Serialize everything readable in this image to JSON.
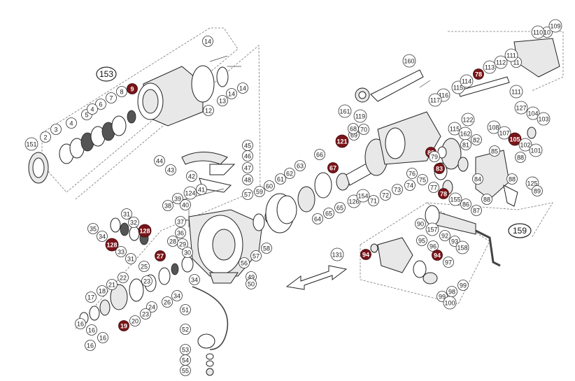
{
  "diagram": {
    "group_labels": [
      {
        "id": "group-label-153",
        "text": "153"
      },
      {
        "id": "group-label-159",
        "text": "159"
      }
    ],
    "callouts": [
      {
        "n": "14",
        "s": "o"
      },
      {
        "n": "9",
        "s": "f"
      },
      {
        "n": "8",
        "s": "o"
      },
      {
        "n": "7",
        "s": "o"
      },
      {
        "n": "6",
        "s": "o"
      },
      {
        "n": "5",
        "s": "o"
      },
      {
        "n": "4",
        "s": "o"
      },
      {
        "n": "4",
        "s": "o"
      },
      {
        "n": "3",
        "s": "o"
      },
      {
        "n": "2",
        "s": "o"
      },
      {
        "n": "151",
        "s": "o"
      },
      {
        "n": "10",
        "s": "o"
      },
      {
        "n": "11",
        "s": "o"
      },
      {
        "n": "11",
        "s": "o"
      },
      {
        "n": "12",
        "s": "o"
      },
      {
        "n": "13",
        "s": "o"
      },
      {
        "n": "14",
        "s": "o"
      },
      {
        "n": "14",
        "s": "o"
      },
      {
        "n": "45",
        "s": "o"
      },
      {
        "n": "46",
        "s": "o"
      },
      {
        "n": "44",
        "s": "o"
      },
      {
        "n": "43",
        "s": "o"
      },
      {
        "n": "42",
        "s": "o"
      },
      {
        "n": "47",
        "s": "o"
      },
      {
        "n": "48",
        "s": "o"
      },
      {
        "n": "41",
        "s": "o"
      },
      {
        "n": "124",
        "s": "o"
      },
      {
        "n": "39",
        "s": "o"
      },
      {
        "n": "38",
        "s": "o"
      },
      {
        "n": "40",
        "s": "o"
      },
      {
        "n": "37",
        "s": "o"
      },
      {
        "n": "36",
        "s": "o"
      },
      {
        "n": "31",
        "s": "o"
      },
      {
        "n": "32",
        "s": "o"
      },
      {
        "n": "128",
        "s": "f"
      },
      {
        "n": "35",
        "s": "o"
      },
      {
        "n": "34",
        "s": "o"
      },
      {
        "n": "128",
        "s": "f"
      },
      {
        "n": "33",
        "s": "o"
      },
      {
        "n": "31",
        "s": "o"
      },
      {
        "n": "28",
        "s": "o"
      },
      {
        "n": "29",
        "s": "o"
      },
      {
        "n": "27",
        "s": "f"
      },
      {
        "n": "30",
        "s": "o"
      },
      {
        "n": "25",
        "s": "o"
      },
      {
        "n": "22",
        "s": "o"
      },
      {
        "n": "21",
        "s": "o"
      },
      {
        "n": "18",
        "s": "o"
      },
      {
        "n": "17",
        "s": "o"
      },
      {
        "n": "23",
        "s": "o"
      },
      {
        "n": "24",
        "s": "o"
      },
      {
        "n": "26",
        "s": "o"
      },
      {
        "n": "34",
        "s": "o"
      },
      {
        "n": "34",
        "s": "o"
      },
      {
        "n": "20",
        "s": "o"
      },
      {
        "n": "23",
        "s": "o"
      },
      {
        "n": "16",
        "s": "o"
      },
      {
        "n": "19",
        "s": "f"
      },
      {
        "n": "16",
        "s": "o"
      },
      {
        "n": "16",
        "s": "o"
      },
      {
        "n": "16",
        "s": "o"
      },
      {
        "n": "51",
        "s": "o"
      },
      {
        "n": "52",
        "s": "o"
      },
      {
        "n": "53",
        "s": "o"
      },
      {
        "n": "54",
        "s": "o"
      },
      {
        "n": "55",
        "s": "o"
      },
      {
        "n": "57",
        "s": "o"
      },
      {
        "n": "59",
        "s": "o"
      },
      {
        "n": "60",
        "s": "o"
      },
      {
        "n": "61",
        "s": "o"
      },
      {
        "n": "62",
        "s": "o"
      },
      {
        "n": "63",
        "s": "o"
      },
      {
        "n": "66",
        "s": "o"
      },
      {
        "n": "58",
        "s": "o"
      },
      {
        "n": "57",
        "s": "o"
      },
      {
        "n": "56",
        "s": "o"
      },
      {
        "n": "49",
        "s": "o"
      },
      {
        "n": "50",
        "s": "o"
      },
      {
        "n": "64",
        "s": "o"
      },
      {
        "n": "65",
        "s": "o"
      },
      {
        "n": "65",
        "s": "o"
      },
      {
        "n": "67",
        "s": "f"
      },
      {
        "n": "126",
        "s": "o"
      },
      {
        "n": "154",
        "s": "o"
      },
      {
        "n": "71",
        "s": "o"
      },
      {
        "n": "72",
        "s": "o"
      },
      {
        "n": "73",
        "s": "o"
      },
      {
        "n": "74",
        "s": "o"
      },
      {
        "n": "75",
        "s": "o"
      },
      {
        "n": "76",
        "s": "o"
      },
      {
        "n": "121",
        "s": "f"
      },
      {
        "n": "69",
        "s": "o"
      },
      {
        "n": "70",
        "s": "o"
      },
      {
        "n": "68",
        "s": "o"
      },
      {
        "n": "161",
        "s": "o"
      },
      {
        "n": "119",
        "s": "o"
      },
      {
        "n": "160",
        "s": "o"
      },
      {
        "n": "116",
        "s": "o"
      },
      {
        "n": "117",
        "s": "o"
      },
      {
        "n": "115",
        "s": "o"
      },
      {
        "n": "114",
        "s": "o"
      },
      {
        "n": "78",
        "s": "f"
      },
      {
        "n": "113",
        "s": "o"
      },
      {
        "n": "112",
        "s": "o"
      },
      {
        "n": "111",
        "s": "o"
      },
      {
        "n": "111",
        "s": "o"
      },
      {
        "n": "110",
        "s": "o"
      },
      {
        "n": "109",
        "s": "o"
      },
      {
        "n": "122",
        "s": "o"
      },
      {
        "n": "127",
        "s": "o"
      },
      {
        "n": "104",
        "s": "o"
      },
      {
        "n": "103",
        "s": "o"
      },
      {
        "n": "108",
        "s": "o"
      },
      {
        "n": "107",
        "s": "o"
      },
      {
        "n": "105",
        "s": "f"
      },
      {
        "n": "102",
        "s": "o"
      },
      {
        "n": "101",
        "s": "o"
      },
      {
        "n": "115",
        "s": "o"
      },
      {
        "n": "162",
        "s": "o"
      },
      {
        "n": "82",
        "s": "o"
      },
      {
        "n": "81",
        "s": "o"
      },
      {
        "n": "80",
        "s": "f"
      },
      {
        "n": "79",
        "s": "o"
      },
      {
        "n": "83",
        "s": "f"
      },
      {
        "n": "84",
        "s": "o"
      },
      {
        "n": "85",
        "s": "o"
      },
      {
        "n": "88",
        "s": "o"
      },
      {
        "n": "88",
        "s": "o"
      },
      {
        "n": "125",
        "s": "o"
      },
      {
        "n": "89",
        "s": "o"
      },
      {
        "n": "77",
        "s": "o"
      },
      {
        "n": "78",
        "s": "f"
      },
      {
        "n": "155",
        "s": "o"
      },
      {
        "n": "86",
        "s": "o"
      },
      {
        "n": "87",
        "s": "o"
      },
      {
        "n": "88",
        "s": "o"
      },
      {
        "n": "90",
        "s": "o"
      },
      {
        "n": "157",
        "s": "o"
      },
      {
        "n": "92",
        "s": "o"
      },
      {
        "n": "93",
        "s": "o"
      },
      {
        "n": "158",
        "s": "o"
      },
      {
        "n": "131",
        "s": "o"
      },
      {
        "n": "94",
        "s": "f"
      },
      {
        "n": "95",
        "s": "o"
      },
      {
        "n": "96",
        "s": "o"
      },
      {
        "n": "94",
        "s": "f"
      },
      {
        "n": "97",
        "s": "o"
      },
      {
        "n": "98",
        "s": "o"
      },
      {
        "n": "99",
        "s": "o"
      },
      {
        "n": "99",
        "s": "o"
      },
      {
        "n": "100",
        "s": "o"
      }
    ]
  }
}
